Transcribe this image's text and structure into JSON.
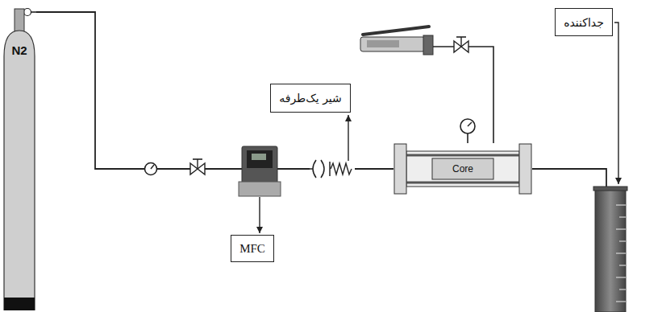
{
  "diagram": {
    "nodes": [
      {
        "text": [
          "N2"
        ]
      },
      {
        "text": [
          "Core"
        ]
      },
      {
        "text": [
          "شیر یک‌طرفه"
        ]
      },
      {
        "text": [
          "MFC"
        ]
      },
      {
        "text": [
          "جداکننده"
        ]
      }
    ],
    "edges": [
      {
        "from": 0,
        "to": 1,
        "arrow": "none"
      }
    ]
  }
}
